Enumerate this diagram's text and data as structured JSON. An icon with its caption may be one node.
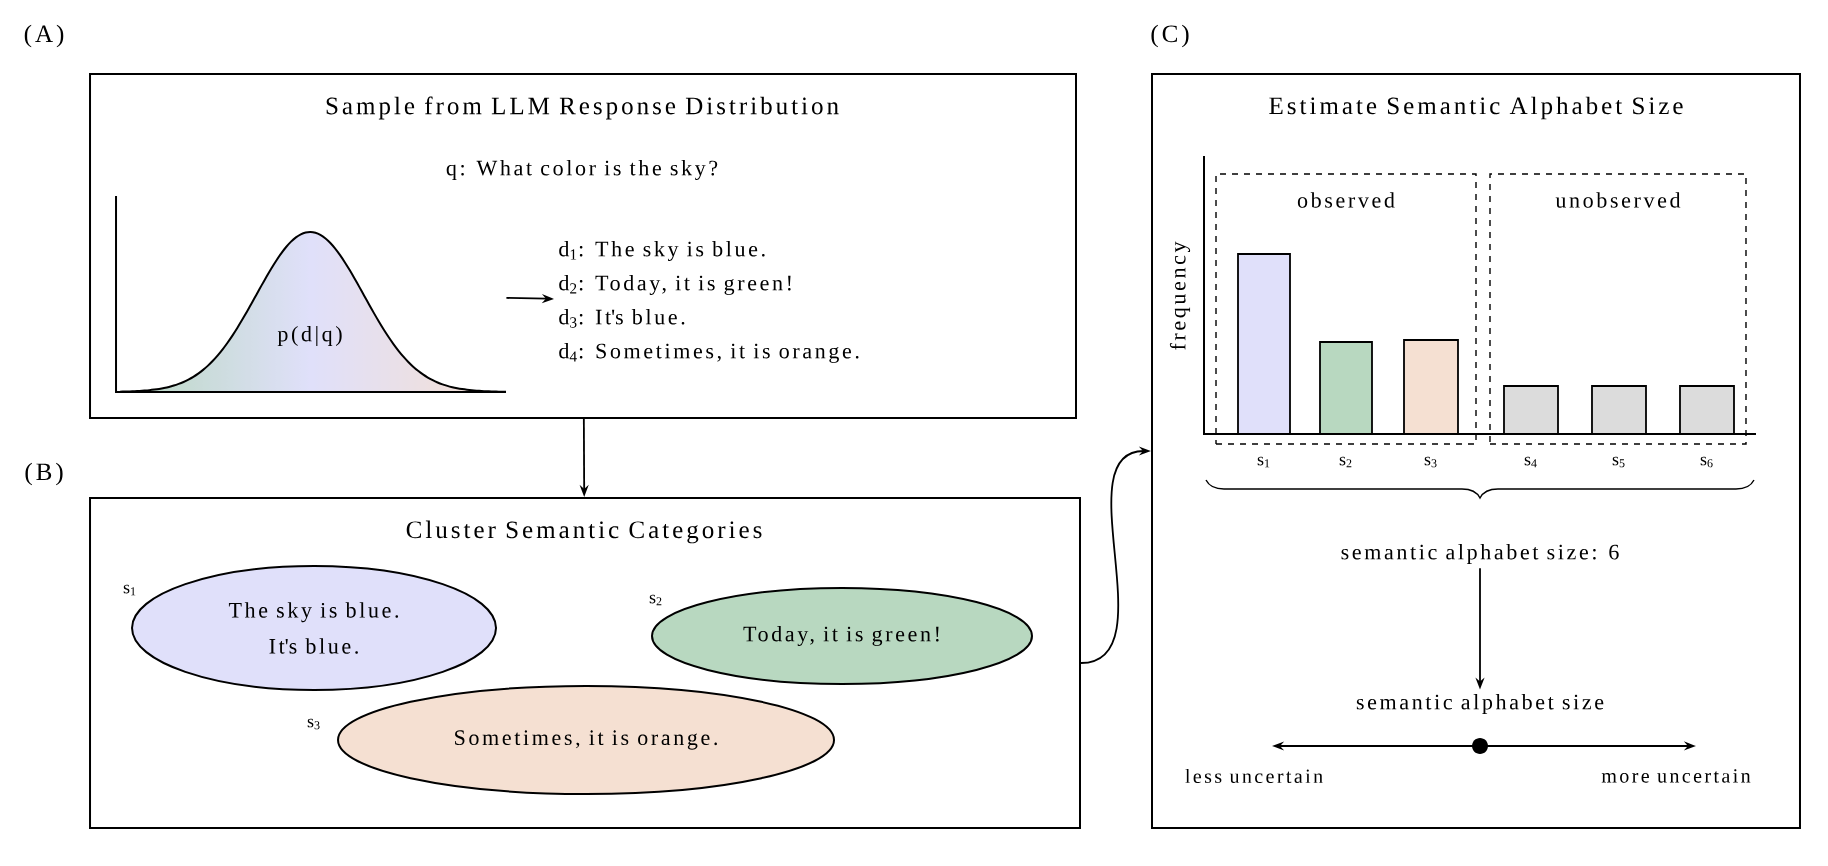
{
  "diagram": {
    "nodes": [
      {
        "text": [
          "Sample from LLM Response Distribution",
          "q: What color is the sky?"
        ],
        "beside": [
          "(A)"
        ]
      },
      {
        "text": [
          "p(d|q)"
        ],
        "in": 0
      },
      {
        "text": [
          "d$_{1}$: The sky is blue.",
          "d$_{2}$: Today, it is green!",
          "d$_{3}$: It's blue.",
          "d$_{4}$: Sometimes, it is orange."
        ],
        "in": 0
      },
      {
        "text": [
          "Cluster Semantic Categories"
        ],
        "beside": [
          "(B)"
        ]
      },
      {
        "text": [
          "The sky is blue.",
          "It's blue."
        ],
        "in": 3,
        "beside": [
          "s$_{1}$"
        ]
      },
      {
        "text": [
          "Today, it is green!"
        ],
        "in": 3,
        "beside": [
          "s$_{2}$"
        ]
      },
      {
        "text": [
          "Sometimes, it is orange."
        ],
        "in": 3,
        "beside": [
          "s$_{3}$"
        ]
      },
      {
        "text": [
          "Estimate Semantic Alphabet Size"
        ],
        "beside": [
          "(C)"
        ]
      },
      {
        "text": [
          "observed"
        ],
        "in": 7
      },
      {
        "text": [
          "unobserved"
        ],
        "in": 7
      },
      {
        "text": [
          "semantic alphabet size: 6"
        ],
        "in": 7
      },
      {
        "text": [
          "semantic alphabet size"
        ],
        "in": 7
      }
    ],
    "edges": [
      {
        "from": 0,
        "to": 3,
        "arrow": "to"
      },
      {
        "from": 1,
        "to": 2,
        "arrow": "to"
      },
      {
        "from": 3,
        "to": 7,
        "arrow": "to"
      },
      {
        "from": 10,
        "to": 11,
        "arrow": "to"
      }
    ],
    "labels": [
      "frequency",
      "s$_{1}$",
      "s$_{2}$",
      "s$_{3}$",
      "s$_{4}$",
      "s$_{5}$",
      "s$_{6}$",
      "less uncertain",
      "more uncertain"
    ]
  }
}
